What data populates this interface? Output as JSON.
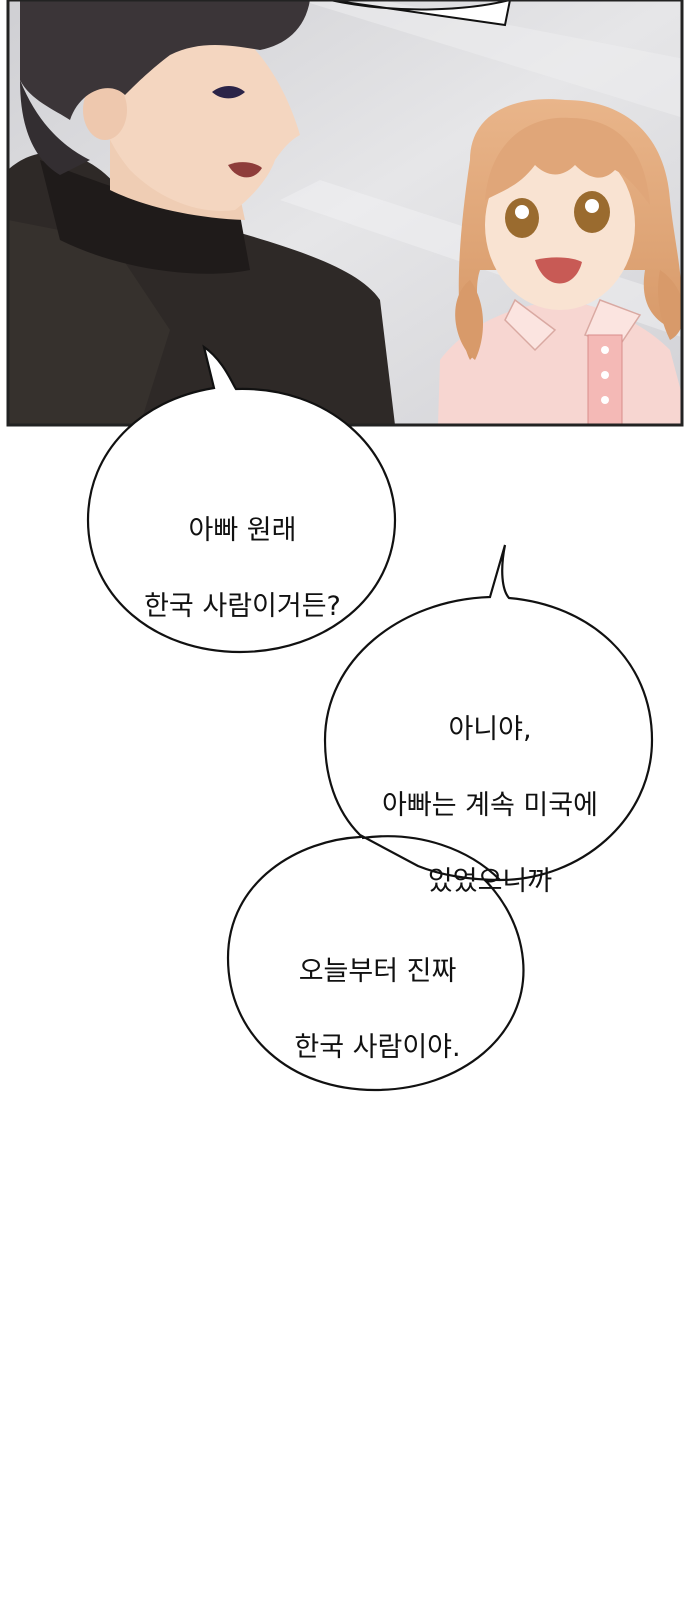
{
  "comic": {
    "panel_scene": "illustration",
    "bubble1": {
      "line1": "아빠 원래",
      "line2": "한국 사람이거든?"
    },
    "bubble2": {
      "line1": "아니야,",
      "line2": "아빠는 계속 미국에",
      "line3": "있었으니까"
    },
    "bubble3": {
      "line1": "오늘부터 진짜",
      "line2": "한국 사람이야."
    }
  },
  "colors": {
    "panel_border": "#222222",
    "background_sky": "#d9d9dc",
    "man_hair": "#3a3538",
    "man_shirt": "#2b2624",
    "skin": "#f5dcc8",
    "girl_hair": "#e2a878",
    "girl_shirt": "#f9d7d2",
    "bubble_fill": "#ffffff",
    "bubble_stroke": "#111111"
  }
}
